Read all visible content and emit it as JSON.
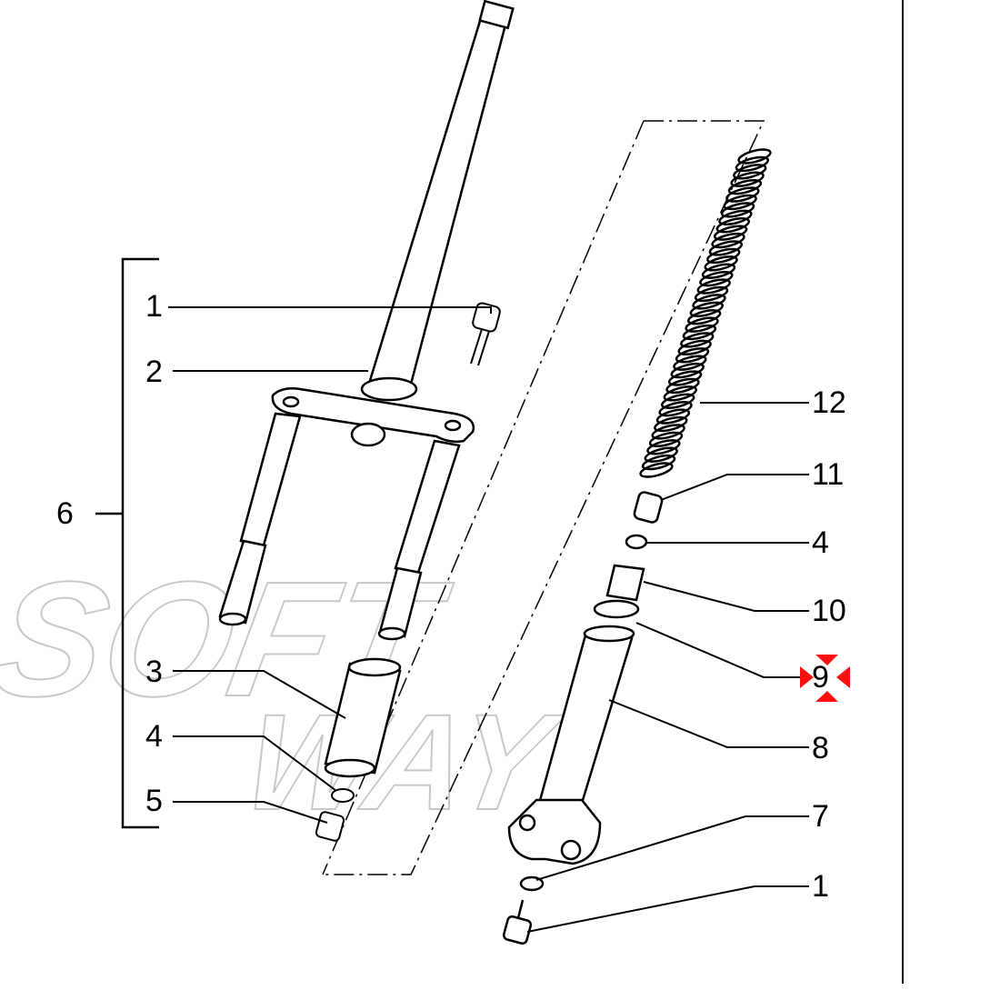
{
  "watermark": [
    "SOFT",
    "WAY"
  ],
  "colors": {
    "yellow": "#ffff00",
    "cyan": "#19d3d8",
    "red": "#ff1010"
  },
  "labels": [
    {
      "id": "l-1a",
      "text": "1",
      "highlight": "cyan"
    },
    {
      "id": "l-2",
      "text": "2",
      "highlight": "yellow"
    },
    {
      "id": "l-6",
      "text": "6",
      "highlight": "yellow"
    },
    {
      "id": "l-3",
      "text": "3",
      "highlight": "yellow"
    },
    {
      "id": "l-4a",
      "text": "4",
      "highlight": "cyan"
    },
    {
      "id": "l-5",
      "text": "5",
      "highlight": "yellow"
    },
    {
      "id": "l-12",
      "text": "12",
      "highlight": "yellow"
    },
    {
      "id": "l-11",
      "text": "11",
      "highlight": "yellow"
    },
    {
      "id": "l-4b",
      "text": "4",
      "highlight": "cyan"
    },
    {
      "id": "l-10",
      "text": "10",
      "highlight": "yellow"
    },
    {
      "id": "l-9",
      "text": "9",
      "highlight": "yellow",
      "selected": true
    },
    {
      "id": "l-8",
      "text": "8",
      "highlight": "yellow"
    },
    {
      "id": "l-7",
      "text": "7",
      "highlight": "yellow"
    },
    {
      "id": "l-1b",
      "text": "1",
      "highlight": "cyan"
    }
  ]
}
